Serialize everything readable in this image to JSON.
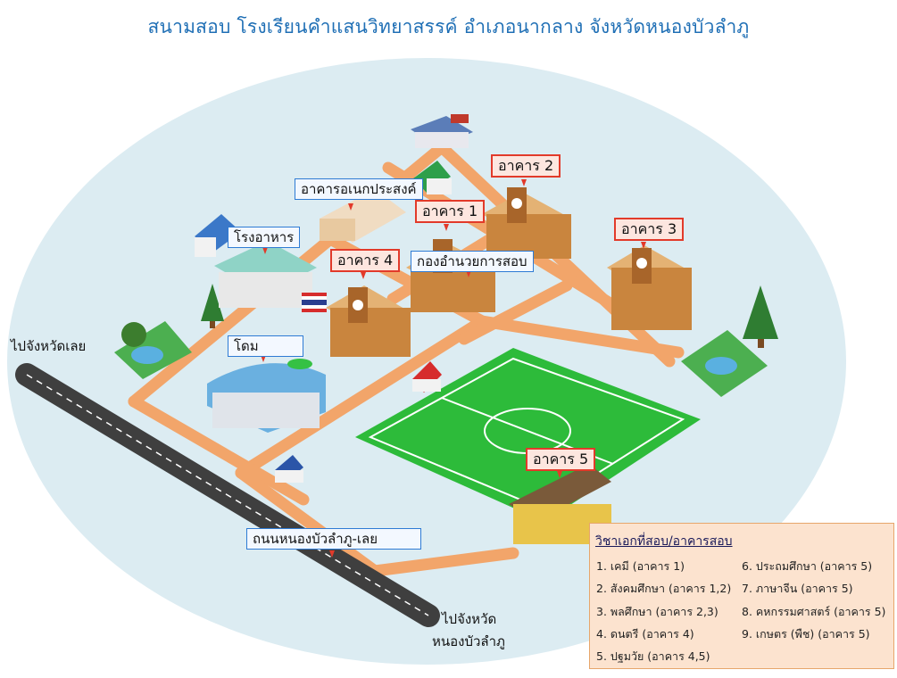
{
  "title": "สนามสอบ โรงเรียนคำแสนวิทยาสรรค์ อำเภอนากลาง จังหวัดหนองบัวลำภู",
  "labels": {
    "multipurpose": "อาคารอเนกประสงค์",
    "building1": "อาคาร 1",
    "building2": "อาคาร 2",
    "building3": "อาคาร 3",
    "building4": "อาคาร 4",
    "building5": "อาคาร 5",
    "cafeteria": "โรงอาหาร",
    "exam_office": "กองอำนวยการสอบ",
    "dome": "โดม",
    "road": "ถนนหนองบัวลำภู-เลย",
    "to_loei": "ไปจังหวัดเลย",
    "to_nongbua_1": "ไปจังหวัด",
    "to_nongbua_2": "หนองบัวลำภู"
  },
  "legend": {
    "title": "วิชาเอกที่สอบ/อาคารสอบ",
    "items": [
      "1. เคมี (อาคาร 1)",
      "2. สังคมศึกษา (อาคาร 1,2)",
      "3. พลศึกษา (อาคาร 2,3)",
      "4. ดนตรี (อาคาร 4)",
      "5. ปฐมวัย (อาคาร 4,5)",
      "6. ประถมศึกษา (อาคาร 5)",
      "7. ภาษาจีน (อาคาร 5)",
      "8. คหกรรมศาสตร์ (อาคาร 5)",
      "9. เกษตร (พืช) (อาคาร 5)"
    ]
  },
  "colors": {
    "ellipse": "#dcecf2",
    "path": "#f2a56a",
    "field": "#2dbb3a",
    "road": "#4a4a4a",
    "label_red_border": "#e23a2a",
    "label_blue_border": "#2e7bd4",
    "legend_bg": "#fce3cf"
  }
}
